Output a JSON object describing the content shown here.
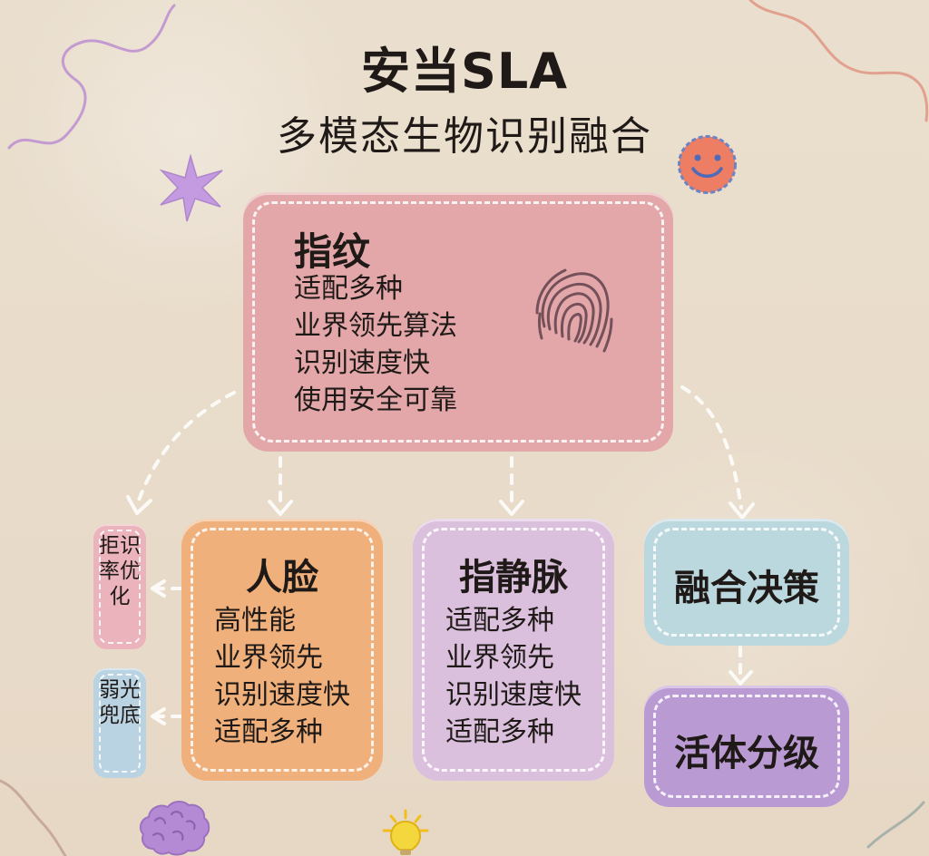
{
  "title": "安当SLA",
  "subtitle": "多模态生物识别融合",
  "fingerprint": {
    "title": "指纹",
    "lines": [
      "适配多种",
      "业界领先算法",
      "识别速度快",
      "使用安全可靠"
    ]
  },
  "face": {
    "title": "人脸",
    "lines": [
      "高性能",
      "业界领先",
      "识别速度快",
      "适配多种"
    ]
  },
  "vein": {
    "title": "指静脉",
    "lines": [
      "适配多种",
      "业界领先",
      "识别速度快",
      "适配多种"
    ]
  },
  "fusion_decision": "融合决策",
  "liveness_grading": "活体分级",
  "side_notes": {
    "reject_rate": "拒识率优化",
    "low_light": "弱光兜底"
  },
  "icons": {
    "fingerprint": "fingerprint-icon",
    "smiley": "smiley-icon",
    "star": "star-icon",
    "brain": "brain-icon",
    "lightbulb": "lightbulb-icon"
  },
  "colors": {
    "background": "#e9dccb",
    "fingerprint_box": "#e3a7a9",
    "face_box": "#efb07c",
    "vein_box": "#dbc0de",
    "fusion_box": "#bcd8df",
    "liveness_box": "#b99ad3",
    "reject_box": "#ebb3bb",
    "lowlight_box": "#bad3e2"
  }
}
